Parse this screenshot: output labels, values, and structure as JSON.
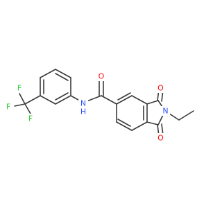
{
  "molecule": {
    "atoms": {
      "fluorine_top": {
        "symbol": "F",
        "color": "#33cc33"
      },
      "fluorine_left": {
        "symbol": "F",
        "color": "#33cc33"
      },
      "fluorine_bottom": {
        "symbol": "F",
        "color": "#33cc33"
      },
      "amide_nitrogen": {
        "symbol": "N",
        "color": "#3050f8"
      },
      "amide_hydrogen": {
        "symbol": "H",
        "color": "#3050f8"
      },
      "amide_oxygen": {
        "symbol": "O",
        "color": "#ff0d0d"
      },
      "imide_nitrogen": {
        "symbol": "N",
        "color": "#3050f8"
      },
      "imide_oxygen_top": {
        "symbol": "O",
        "color": "#ff0d0d"
      },
      "imide_oxygen_bottom": {
        "symbol": "O",
        "color": "#ff0d0d"
      }
    },
    "bond_color": "#3a3a3a"
  }
}
